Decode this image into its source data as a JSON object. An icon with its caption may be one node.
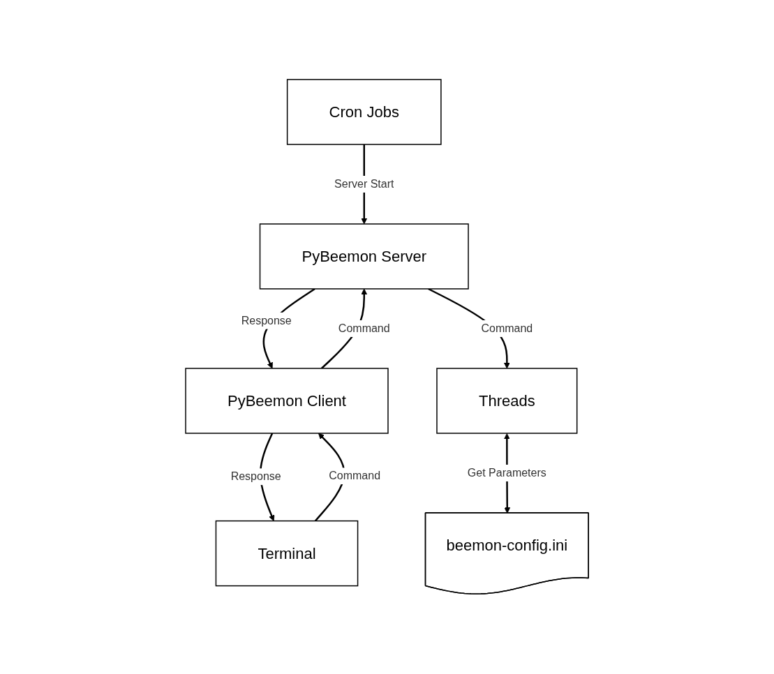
{
  "diagram": {
    "nodes": [
      {
        "text": [
          "Cron Jobs"
        ]
      },
      {
        "text": [
          "PyBeemon Server"
        ]
      },
      {
        "text": [
          "PyBeemon Client"
        ]
      },
      {
        "text": [
          "Terminal"
        ]
      },
      {
        "text": [
          "Threads"
        ]
      },
      {
        "text": [
          "beemon-config.ini"
        ]
      }
    ],
    "edges": [
      {
        "from": 0,
        "to": 1,
        "arrow": "to",
        "label": "Server Start"
      },
      {
        "from": 1,
        "to": 2,
        "arrow": "to",
        "label": "Response"
      },
      {
        "from": 2,
        "to": 3,
        "arrow": "to",
        "label": "Response"
      },
      {
        "from": 3,
        "to": 2,
        "arrow": "to",
        "label": "Command"
      },
      {
        "from": 2,
        "to": 1,
        "arrow": "to",
        "label": "Command"
      },
      {
        "from": 1,
        "to": 4,
        "arrow": "to",
        "label": "Command"
      },
      {
        "from": 4,
        "to": 5,
        "arrow": "both",
        "label": "Get Parameters"
      }
    ]
  }
}
